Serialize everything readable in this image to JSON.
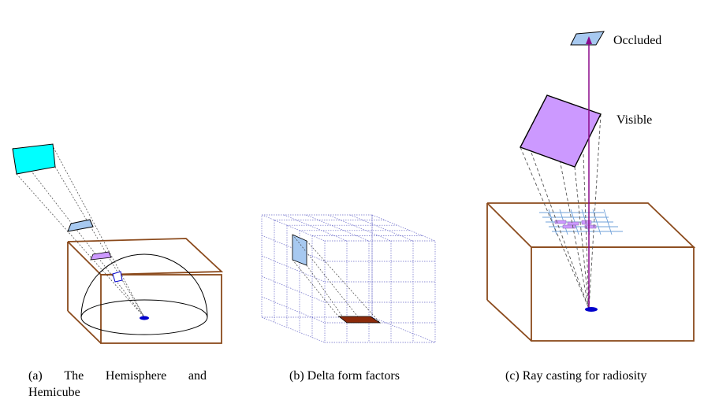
{
  "panel_a": {
    "caption_words": [
      "(a)",
      "The",
      "Hemisphere",
      "and"
    ],
    "caption_line2": "Hemicube"
  },
  "panel_b": {
    "caption": "(b) Delta form factors"
  },
  "panel_c": {
    "caption": "(c) Ray casting for radiosity",
    "label_occluded": "Occluded",
    "label_visible": "Visible"
  },
  "colors": {
    "box": "#8b4a1c",
    "cyan_patch": "#00ffff",
    "light_blue_patch": "#a7c9f0",
    "violet_patch": "#cc99ff",
    "grid": "#6a6ac8",
    "ray": "#8b0a8b",
    "source": "#0000cc",
    "floor_patch": "#8b2a0a"
  }
}
